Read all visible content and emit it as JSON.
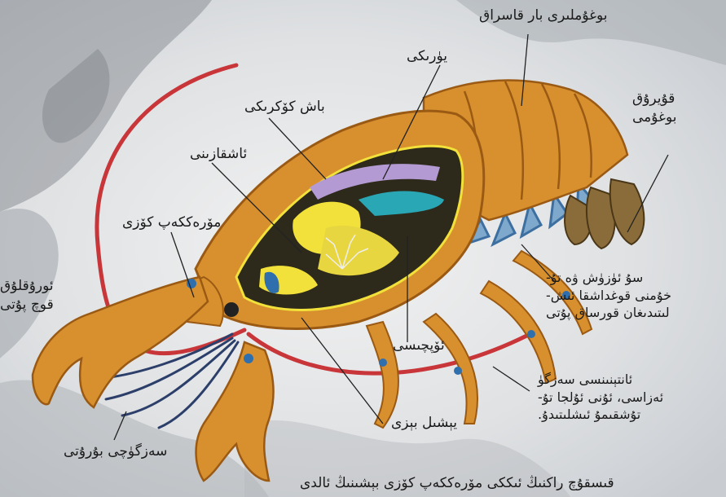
{
  "labels": {
    "shell_segments": "بوغۇملىرى بار قاسراق",
    "heart": "يۈرىكى",
    "brain": "باش كۆكرىكى",
    "stomach": "ئاشقازىنى",
    "compound_eye": "مۆرەككەپ كۆزى",
    "tail_fin": "قۇيرۇق\nبوغۇمى",
    "swimmerets": "سۇ ئۈزۈش ۋە تۇ-\nخۇمنى قوغداشقا ئىش-\nلىتىدىغان قورساق پۇتى",
    "claw": "ئورۇقلۇق\nقوچ پۇتى",
    "lungs": "ئۆپچىسى",
    "antenna": "ئانتېنىنسى سەزگۈ\nئەزاسى، ئۇنى ئۇلجا تۇ-\nتۇشقىمۇ ئىشلىتىدۇ.",
    "green_gland": "يېشىل بېزى",
    "antennule": "سەزگۈچى بۇرۇتى",
    "caption": "قىسقۇچ راكنىڭ ئىككى مۆرەككەپ كۆزى بېشىنىڭ ئالدى"
  },
  "colors": {
    "shell": "#d8902e",
    "shell_dark": "#9a5a14",
    "blue_joint": "#2f6fae",
    "antenna_red": "#c8363a",
    "organ_yellow": "#f2e13a",
    "organ_purple": "#b39ad3",
    "organ_teal": "#2aa7b5",
    "body_cavity": "#2d2a1c"
  }
}
